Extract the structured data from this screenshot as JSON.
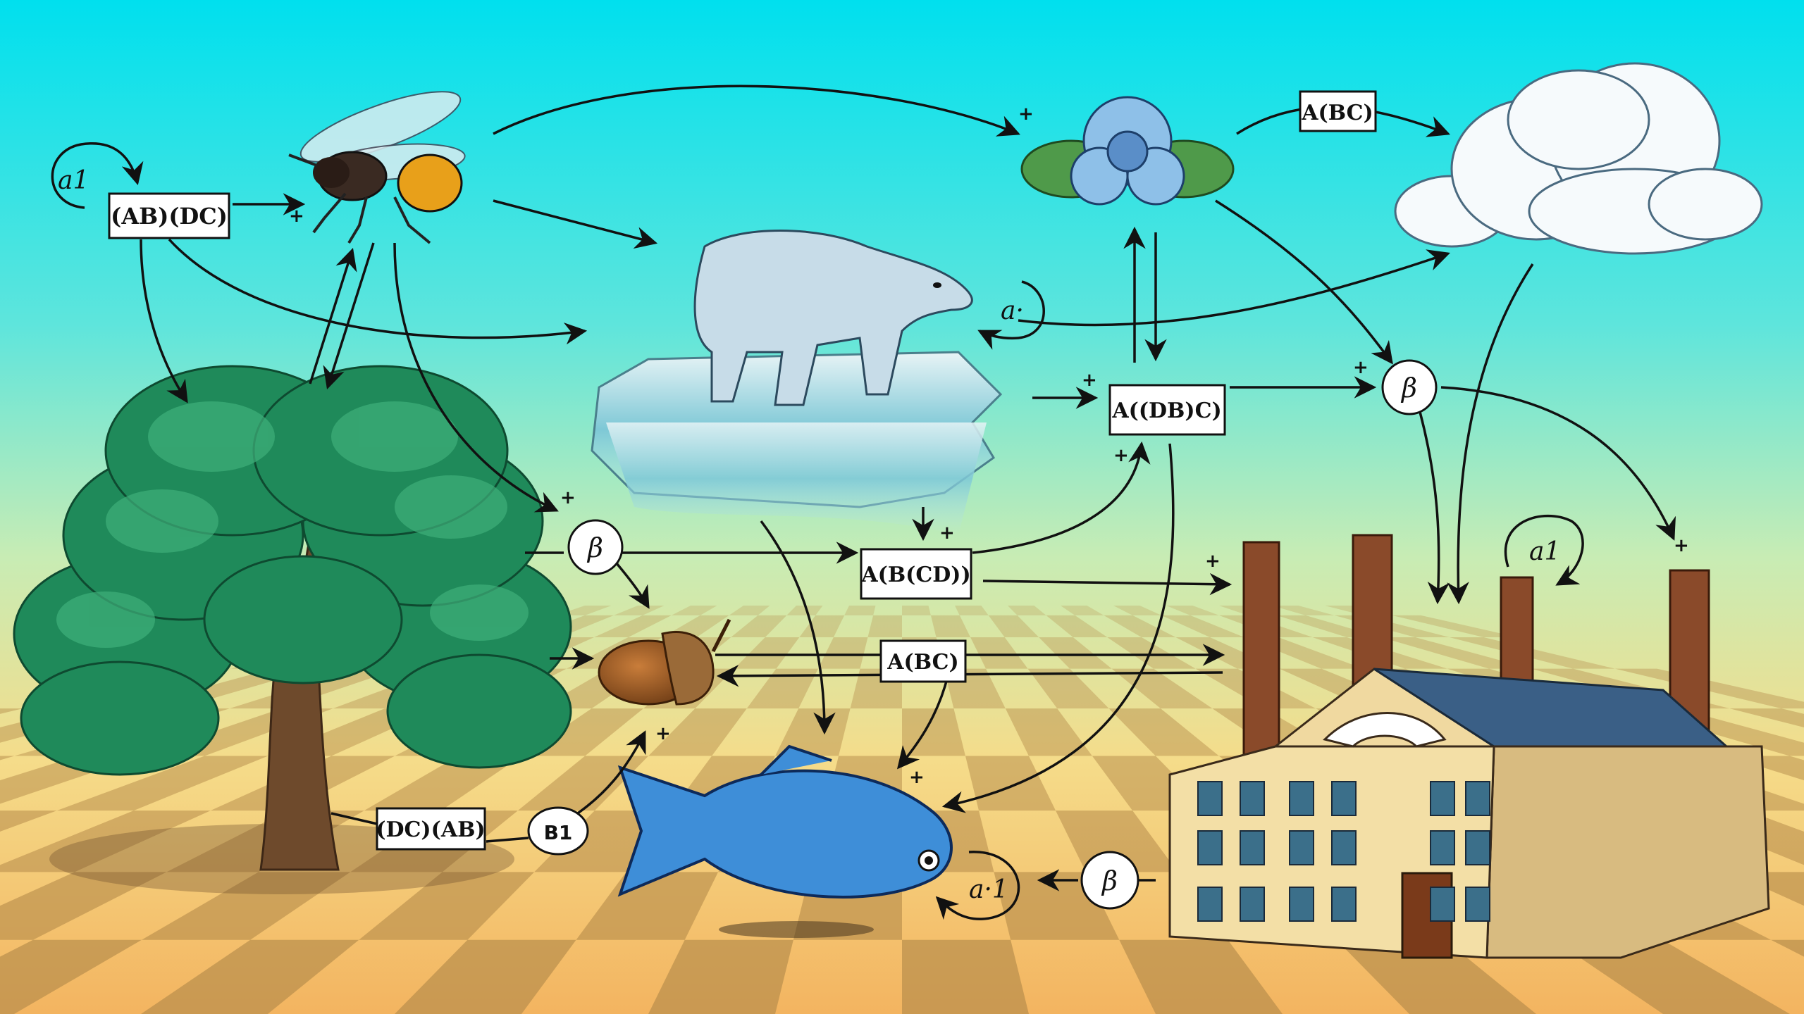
{
  "labels": {
    "ab_dc": "(AB)(DC)",
    "a_bc_top": "A(BC)",
    "a_db_c": "A((DB)C)",
    "a_b_cd": "A(B(CD))",
    "a_bc_mid": "A(BC)",
    "dc_ab": "(DC)(AB)",
    "b1": "B1"
  },
  "loop_labels": {
    "a1_top_left": "a1",
    "a_dot_bear": "a·",
    "a1_factory": "a1",
    "a_dot_1_fish": "a·1"
  },
  "beta_nodes": [
    "β",
    "β",
    "β"
  ],
  "plus_sign": "+",
  "illustrations": [
    "wasp-icon",
    "flower-icon",
    "cloud-icon",
    "polar-bear-icon",
    "tree-icon",
    "acorn-icon",
    "fish-icon",
    "factory-icon"
  ],
  "colors": {
    "sky_top": "#00e0ec",
    "sky_mid": "#b6ecc0",
    "ground": "#f6d47c",
    "checker_dark": "#b48a4a",
    "arrow": "#111111"
  }
}
